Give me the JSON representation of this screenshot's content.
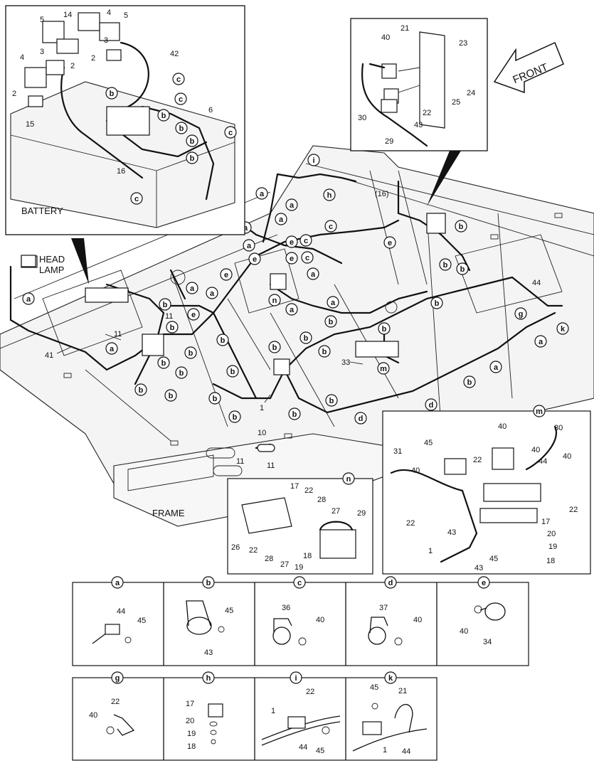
{
  "labels": {
    "battery": "BATTERY",
    "head_lamp_line1": "HEAD",
    "head_lamp_line2": "LAMP",
    "frame": "FRAME",
    "front": "FRONT",
    "ref16": "(16)"
  },
  "battery_parts": [
    "14",
    "4",
    "5",
    "5",
    "3",
    "3",
    "2",
    "2",
    "42",
    "4",
    "2",
    "15",
    "6",
    "16"
  ],
  "front_parts": [
    "21",
    "23",
    "40",
    "24",
    "25",
    "22",
    "30",
    "43",
    "29"
  ],
  "frame_parts": [
    "11",
    "11",
    "41",
    "33",
    "1",
    "10",
    "11",
    "11",
    "44"
  ],
  "n_parts": [
    "17",
    "22",
    "28",
    "27",
    "29",
    "26",
    "22",
    "28",
    "27",
    "19",
    "18"
  ],
  "m_parts": [
    "45",
    "40",
    "30",
    "31",
    "22",
    "40",
    "40",
    "44",
    "40",
    "22",
    "22",
    "43",
    "17",
    "20",
    "19",
    "18",
    "1",
    "43",
    "45"
  ],
  "detail_panels_row1": [
    {
      "letter": "a",
      "parts": [
        "44",
        "45"
      ]
    },
    {
      "letter": "b",
      "parts": [
        "45",
        "43"
      ]
    },
    {
      "letter": "c",
      "parts": [
        "36",
        "40"
      ]
    },
    {
      "letter": "d",
      "parts": [
        "37",
        "40"
      ]
    },
    {
      "letter": "e",
      "parts": [
        "40",
        "34"
      ]
    }
  ],
  "detail_panels_row2": [
    {
      "letter": "g",
      "parts": [
        "22",
        "40"
      ]
    },
    {
      "letter": "h",
      "parts": [
        "17",
        "20",
        "19",
        "18"
      ]
    },
    {
      "letter": "i",
      "parts": [
        "22",
        "1",
        "44",
        "45"
      ]
    },
    {
      "letter": "k",
      "parts": [
        "45",
        "21",
        "1",
        "44"
      ]
    }
  ],
  "callouts": {
    "a": "a",
    "b": "b",
    "c": "c",
    "d": "d",
    "e": "e",
    "g": "g",
    "h": "h",
    "i": "i",
    "k": "k",
    "m": "m",
    "n": "n"
  }
}
